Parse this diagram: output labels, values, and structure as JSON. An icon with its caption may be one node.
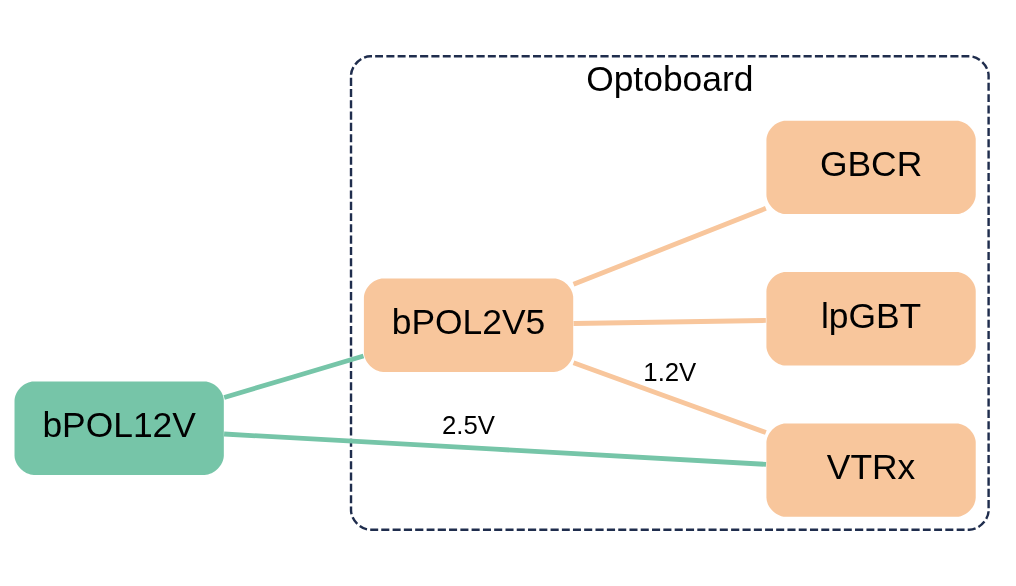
{
  "diagram": {
    "nodes": [
      {
        "text": [
          "Optoboard"
        ]
      },
      {
        "text": [
          "bPOL12V"
        ]
      },
      {
        "text": [
          "bPOL2V5"
        ],
        "in": 0
      },
      {
        "text": [
          "VTRx"
        ],
        "in": 0
      },
      {
        "text": [
          "lpGBT"
        ],
        "in": 0
      },
      {
        "text": [
          "GBCR"
        ],
        "in": 0
      }
    ],
    "edges": [
      {
        "from": 1,
        "to": 3,
        "arrow": "none",
        "label": "2.5V",
        "color": "#76c5a8"
      },
      {
        "from": 1,
        "to": 2,
        "arrow": "none",
        "color": "#76c5a8"
      },
      {
        "from": 2,
        "to": 3,
        "arrow": "none",
        "label": "1.2V",
        "color": "#f8c69c"
      },
      {
        "from": 2,
        "to": 4,
        "arrow": "none",
        "color": "#f8c69c"
      },
      {
        "from": 2,
        "to": 5,
        "arrow": "none",
        "color": "#f8c69c"
      }
    ]
  }
}
